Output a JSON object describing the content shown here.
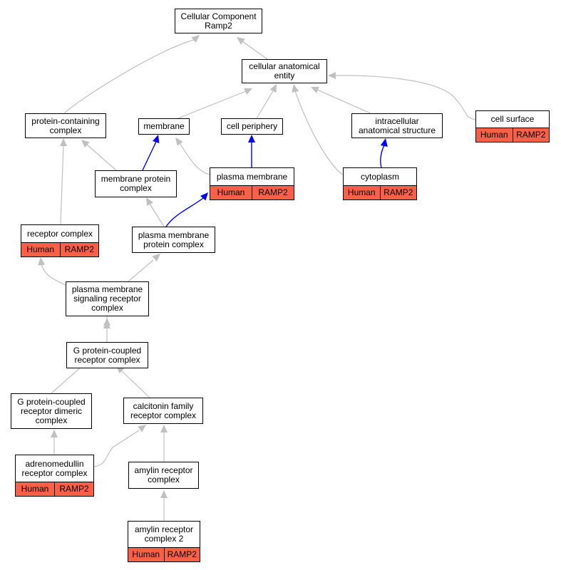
{
  "colors": {
    "annotation_fill": "#fa6045",
    "edge_gray": "#c0c0c0",
    "edge_blue": "#0000ff"
  },
  "nodes": {
    "root": {
      "label": "Cellular Component\nRamp2"
    },
    "cae": {
      "label": "cellular anatomical\nentity"
    },
    "pcc": {
      "label": "protein-containing\ncomplex"
    },
    "membrane": {
      "label": "membrane"
    },
    "cellper": {
      "label": "cell periphery"
    },
    "ias": {
      "label": "intracellular\nanatomical structure"
    },
    "cellsurf": {
      "label": "cell surface",
      "species": "Human",
      "gene": "RAMP2"
    },
    "mpc": {
      "label": "membrane protein\ncomplex"
    },
    "pm": {
      "label": "plasma membrane",
      "species": "Human",
      "gene": "RAMP2"
    },
    "cyto": {
      "label": "cytoplasm",
      "species": "Human",
      "gene": "RAMP2"
    },
    "recc": {
      "label": "receptor complex",
      "species": "Human",
      "gene": "RAMP2"
    },
    "pmpc": {
      "label": "plasma membrane\nprotein complex"
    },
    "pmsrc": {
      "label": "plasma membrane\nsignaling receptor\ncomplex"
    },
    "gpcrc": {
      "label": "G protein-coupled\nreceptor complex"
    },
    "gpcrdc": {
      "label": "G protein-coupled\nreceptor dimeric\ncomplex"
    },
    "cfrc": {
      "label": "calcitonin family\nreceptor complex"
    },
    "admrc": {
      "label": "adrenomedullin\nreceptor complex",
      "species": "Human",
      "gene": "RAMP2"
    },
    "amyrc": {
      "label": "amylin receptor\ncomplex"
    },
    "amyrc2": {
      "label": "amylin receptor\ncomplex 2",
      "species": "Human",
      "gene": "RAMP2"
    }
  }
}
